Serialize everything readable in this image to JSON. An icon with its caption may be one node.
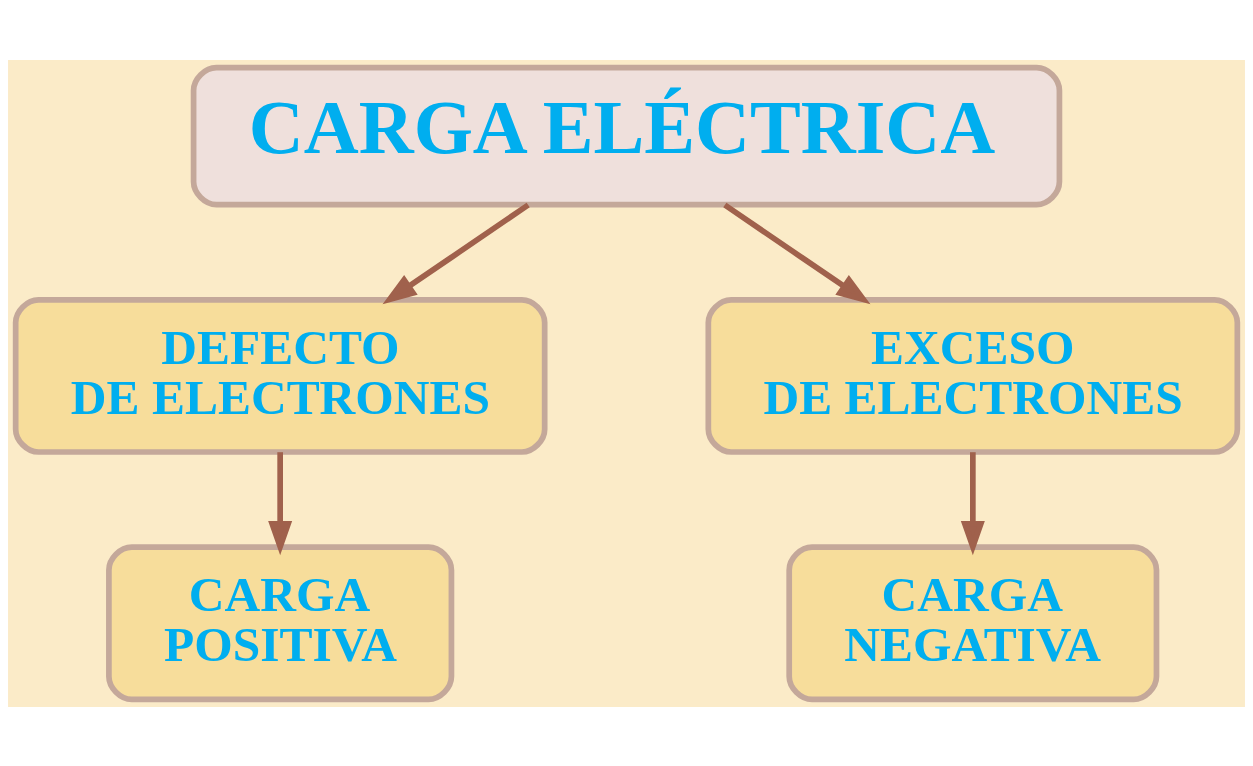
{
  "diagram": {
    "nodes": [
      {
        "text": [
          "CARGA ELÉCTRICA"
        ]
      },
      {
        "text": [
          "DEFECTO DE ELECTRONES"
        ]
      },
      {
        "text": [
          "EXCESO DE ELECTRONES"
        ]
      },
      {
        "text": [
          "CARGA POSITIVA"
        ]
      },
      {
        "text": [
          "CARGA NEGATIVA"
        ]
      }
    ],
    "edges": [
      {
        "from": 0,
        "to": 1,
        "arrow": "to"
      },
      {
        "from": 0,
        "to": 2,
        "arrow": "to"
      },
      {
        "from": 1,
        "to": 3,
        "arrow": "to"
      },
      {
        "from": 2,
        "to": 4,
        "arrow": "to"
      }
    ]
  }
}
